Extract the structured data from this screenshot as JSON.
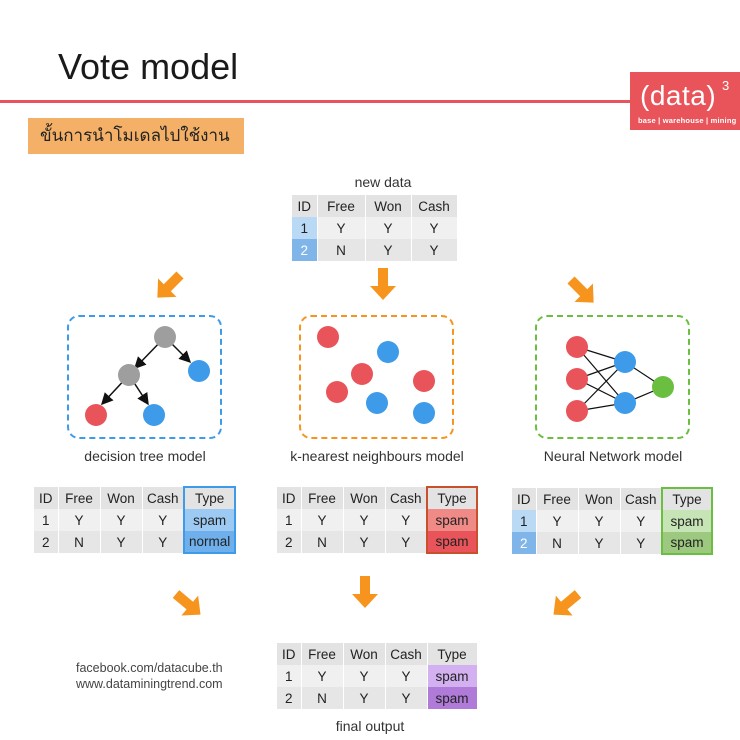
{
  "header": {
    "title": "Vote model",
    "subtitle": "ขั้นการนำโมเดลไปใช้งาน"
  },
  "logo": {
    "main": "(data)",
    "sup": "3",
    "tagline": "base | warehouse | mining"
  },
  "colors": {
    "accent_red": "#e8545a",
    "orange": "#f7941d",
    "blue": "#3d9be9",
    "red_node": "#e8545a",
    "gray_node": "#9e9e9e",
    "green_node": "#6abf40",
    "purple": "#b07ad9"
  },
  "new_data": {
    "caption": "new data",
    "headers": [
      "ID",
      "Free",
      "Won",
      "Cash"
    ],
    "rows": [
      [
        "1",
        "Y",
        "Y",
        "Y"
      ],
      [
        "2",
        "N",
        "Y",
        "Y"
      ]
    ]
  },
  "models": [
    {
      "caption": "decision tree model",
      "headers": [
        "ID",
        "Free",
        "Won",
        "Cash",
        "Type"
      ],
      "rows": [
        [
          "1",
          "Y",
          "Y",
          "Y",
          "spam"
        ],
        [
          "2",
          "N",
          "Y",
          "Y",
          "normal"
        ]
      ]
    },
    {
      "caption": "k-nearest neighbours model",
      "headers": [
        "ID",
        "Free",
        "Won",
        "Cash",
        "Type"
      ],
      "rows": [
        [
          "1",
          "Y",
          "Y",
          "Y",
          "spam"
        ],
        [
          "2",
          "N",
          "Y",
          "Y",
          "spam"
        ]
      ]
    },
    {
      "caption": "Neural Network model",
      "headers": [
        "ID",
        "Free",
        "Won",
        "Cash",
        "Type"
      ],
      "rows": [
        [
          "1",
          "Y",
          "Y",
          "Y",
          "spam"
        ],
        [
          "2",
          "N",
          "Y",
          "Y",
          "spam"
        ]
      ]
    }
  ],
  "final_output": {
    "caption": "final output",
    "headers": [
      "ID",
      "Free",
      "Won",
      "Cash",
      "Type"
    ],
    "rows": [
      [
        "1",
        "Y",
        "Y",
        "Y",
        "spam"
      ],
      [
        "2",
        "N",
        "Y",
        "Y",
        "spam"
      ]
    ]
  },
  "footer": {
    "line1": "facebook.com/datacube.th",
    "line2": "www.dataminingtrend.com"
  }
}
